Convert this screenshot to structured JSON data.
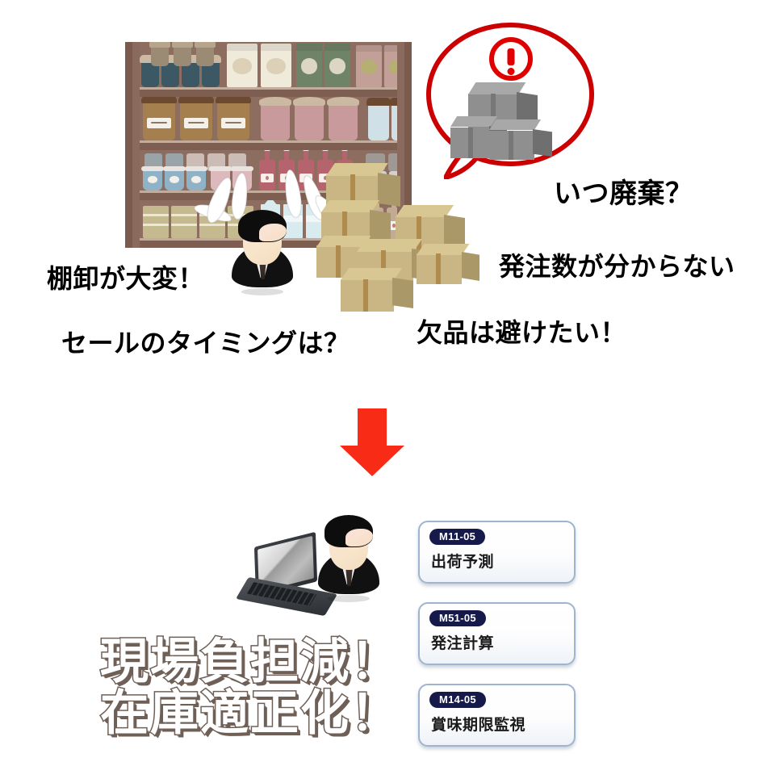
{
  "page": {
    "title": "在庫管理 課題と解決 イメージ図",
    "background_color": "#ffffff"
  },
  "top_section": {
    "name": "store-problems-scene",
    "speech_bubble": {
      "name": "waste-warning-bubble",
      "icon": "exclamation-warning-icon",
      "content_icon": "gray-boxes-icon",
      "border_color": "#cc0000"
    },
    "illustrations": [
      {
        "name": "store-shelf-illustration",
        "icon": "shelf-icon"
      },
      {
        "name": "worried-staff-illustration",
        "icon": "person-icon"
      },
      {
        "name": "cardboard-box-pile-illustration",
        "icon": "boxes-icon"
      }
    ],
    "labels": [
      {
        "name": "label-waste-timing",
        "text": "いつ廃棄？"
      },
      {
        "name": "label-order-quantity-unknown",
        "text": "発注数が分からない"
      },
      {
        "name": "label-avoid-stockout",
        "text": "欠品は避けたい！"
      },
      {
        "name": "label-stocktaking-hard",
        "text": "棚卸が大変！"
      },
      {
        "name": "label-sale-timing",
        "text": "セールのタイミングは？"
      }
    ]
  },
  "arrow": {
    "name": "down-arrow",
    "color": "#f82c16",
    "direction": "down"
  },
  "bottom_section": {
    "name": "solution-scene",
    "illustrations": [
      {
        "name": "laptop-illustration",
        "icon": "laptop-icon"
      },
      {
        "name": "office-staff-illustration",
        "icon": "person-icon"
      }
    ],
    "headline": {
      "name": "benefit-headline",
      "lines": [
        "現場負担減！",
        "在庫適正化！"
      ],
      "fill_color": "#ffffff",
      "outline_color": "#6f6057"
    },
    "module_cards": [
      {
        "code": "M11-05",
        "name": "出荷予測"
      },
      {
        "code": "M51-05",
        "name": "発注計算"
      },
      {
        "code": "M14-05",
        "name": "賞味期限監視"
      }
    ],
    "card_style": {
      "badge_color": "#151a4a",
      "border_color": "#9fb4d0"
    }
  }
}
